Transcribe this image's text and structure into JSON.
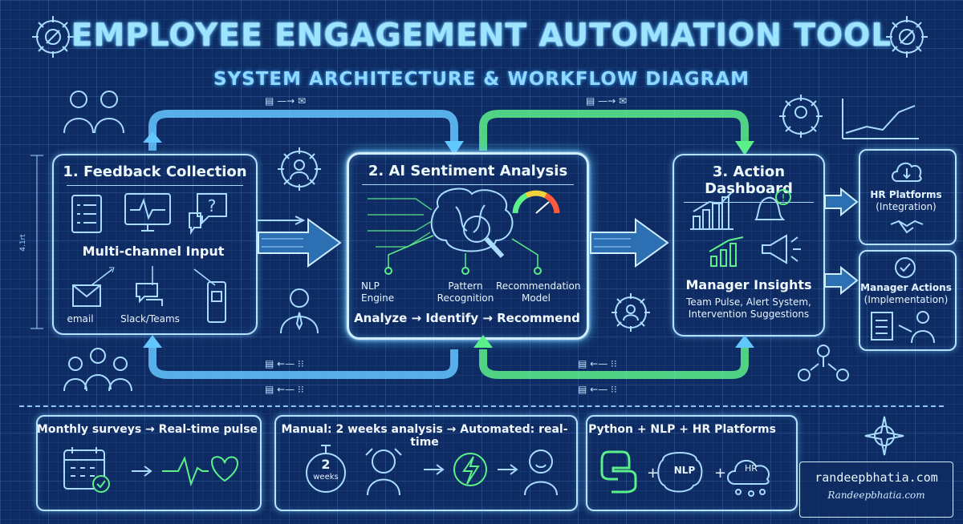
{
  "title": "EMPLOYEE ENGAGEMENT AUTOMATION TOOL",
  "subtitle": "SYSTEM ARCHITECTURE & WORKFLOW DIAGRAM",
  "left_dimension": "4.1rt",
  "stages": {
    "feedback": {
      "title": "1. Feedback Collection",
      "headline": "Multi-channel Input",
      "channels": [
        "email",
        "Slack/Teams"
      ]
    },
    "analysis": {
      "title": "2. AI Sentiment Analysis",
      "components": [
        "NLP\nEngine",
        "Pattern\nRecognition",
        "Recommendation\nModel"
      ],
      "flow": "Analyze → Identify → Recommend"
    },
    "dashboard": {
      "title": "3. Action Dashboard",
      "headline": "Manager Insights",
      "detail": "Team Pulse, Alert System,\nIntervention Suggestions"
    }
  },
  "outputs": [
    {
      "title": "HR Platforms",
      "sub": "(Integration)"
    },
    {
      "title": "Manager Actions",
      "sub": "(Implementation)"
    }
  ],
  "bottom_cards": [
    {
      "text": "Monthly surveys → Real-time pulse"
    },
    {
      "text": "Manual: 2 weeks analysis → Automated: real-time",
      "badge_number": "2",
      "badge_unit": "weeks"
    },
    {
      "text": "Python + NLP + HR Platforms",
      "nlp_label": "NLP",
      "hr_label": "HR"
    }
  ],
  "watermark": {
    "primary": "randeepbhatia.com",
    "signature": "Randeepbhatia.com"
  },
  "colors": {
    "background": "#0e2c63",
    "glow": "#8fd9ff",
    "green": "#5cf08a",
    "gauge_red": "#ff5a3c",
    "gauge_yellow": "#f3d33b"
  }
}
